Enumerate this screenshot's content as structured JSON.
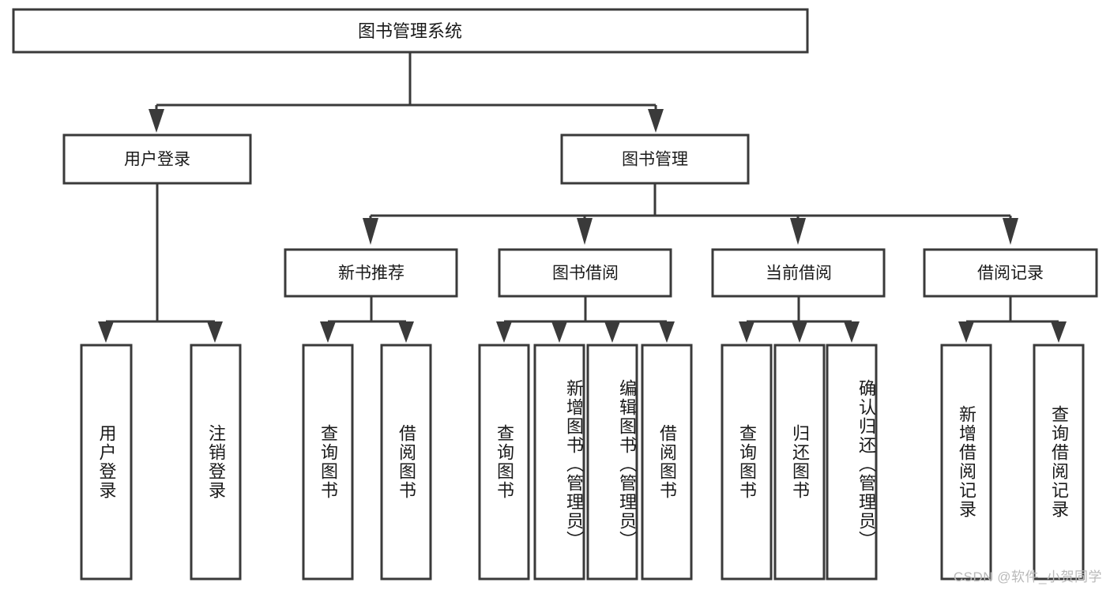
{
  "diagram": {
    "title": "图书管理系统",
    "type": "function-structure-tree",
    "colors": {
      "background": "#ffffff",
      "box_fill": "#ffffff",
      "box_stroke": "#3a3a3a",
      "text": "#1a1a1a",
      "watermark": "#b9b9b9"
    },
    "root": {
      "label": "图书管理系统"
    },
    "level2": [
      {
        "label": "用户登录"
      },
      {
        "label": "图书管理"
      }
    ],
    "level3": [
      {
        "label": "新书推荐"
      },
      {
        "label": "图书借阅"
      },
      {
        "label": "当前借阅"
      },
      {
        "label": "借阅记录"
      }
    ],
    "leaves": {
      "user_login": [
        {
          "label": "用户登录"
        },
        {
          "label": "注销登录"
        }
      ],
      "new_book_recommend": [
        {
          "label": "查询图书"
        },
        {
          "label": "借阅图书"
        }
      ],
      "book_borrow": [
        {
          "label": "查询图书"
        },
        {
          "label": "新增图书（管理员）"
        },
        {
          "label": "编辑图书（管理员）"
        },
        {
          "label": "借阅图书"
        }
      ],
      "current_borrow": [
        {
          "label": "查询图书"
        },
        {
          "label": "归还图书"
        },
        {
          "label": "确认归还（管理员）"
        }
      ],
      "borrow_record": [
        {
          "label": "新增借阅记录"
        },
        {
          "label": "查询借阅记录"
        }
      ]
    }
  },
  "watermark": {
    "text": "CSDN @软件_小贺同学"
  }
}
